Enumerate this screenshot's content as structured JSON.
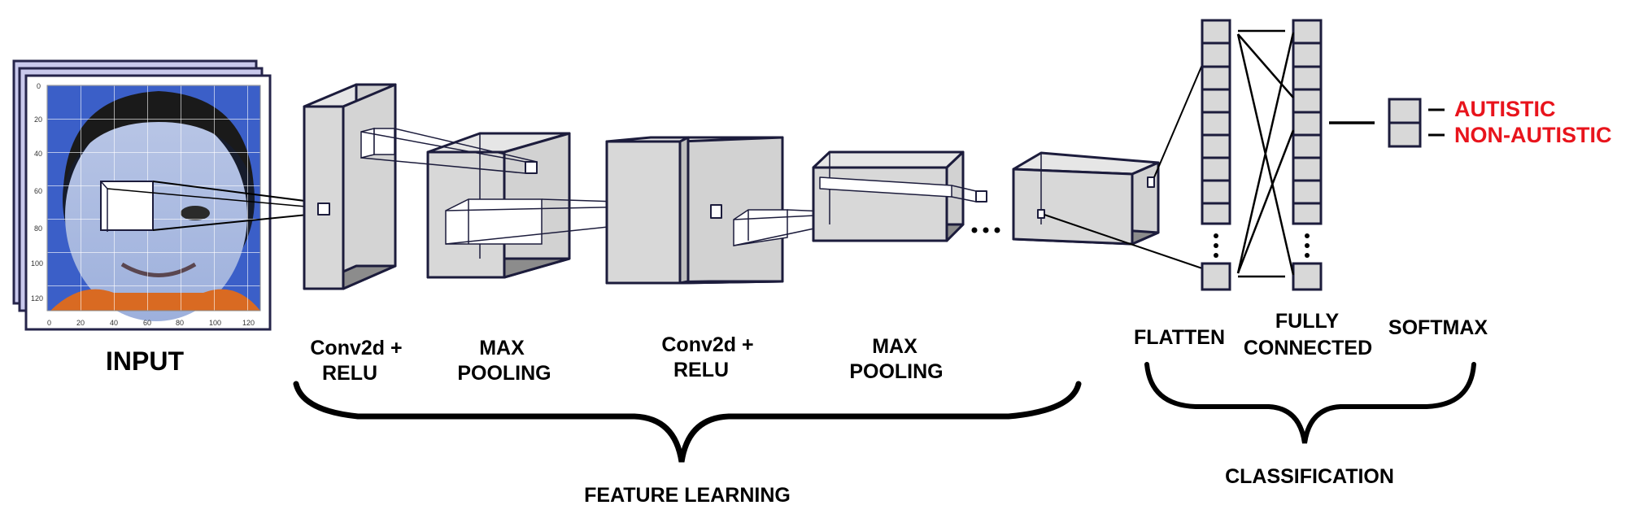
{
  "input": {
    "label": "INPUT",
    "y_ticks": [
      "0",
      "20",
      "40",
      "60",
      "80",
      "100",
      "120"
    ],
    "x_ticks": [
      "0",
      "20",
      "40",
      "60",
      "80",
      "100",
      "120"
    ]
  },
  "layers": {
    "conv1": [
      "Conv2d +",
      "RELU"
    ],
    "pool1": [
      "MAX",
      "POOLING"
    ],
    "conv2": [
      "Conv2d +",
      "RELU"
    ],
    "pool2": [
      "MAX",
      "POOLING"
    ],
    "flatten": "FLATTEN",
    "fully_connected": [
      "FULLY",
      "CONNECTED"
    ],
    "softmax": "SOFTMAX"
  },
  "groups": {
    "feature_learning": "FEATURE LEARNING",
    "classification": "CLASSIFICATION"
  },
  "outputs": [
    {
      "label": "AUTISTIC",
      "color": "#e8141c"
    },
    {
      "label": "NON-AUTISTIC",
      "color": "#e8141c"
    }
  ],
  "colors": {
    "box_fill": "#d8d8d8",
    "box_stroke": "#1c1c3c",
    "brace": "#000000",
    "photo_bg": "#3b5fc8"
  }
}
